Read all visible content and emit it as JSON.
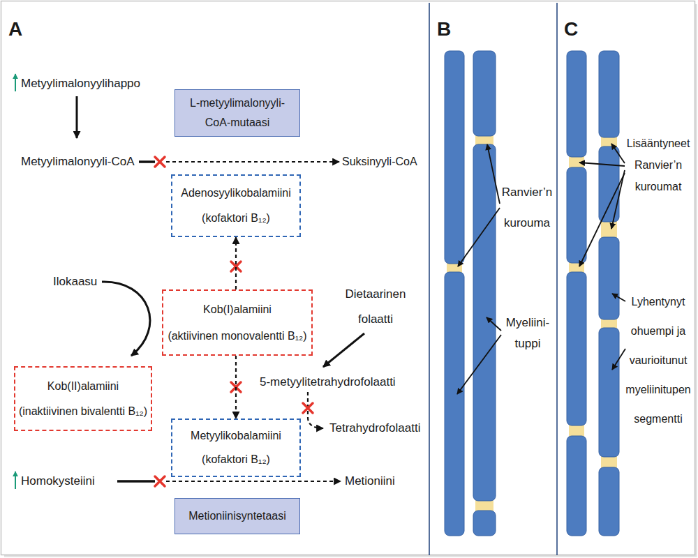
{
  "diagram": {
    "nodes": [
      {
        "text": [
          "L-metyylimalonyyli- CoA-mutaasi"
        ]
      },
      {
        "text": [
          "Adenosyylikobalamiini",
          "(kofaktori B₁₂)"
        ]
      },
      {
        "text": [
          "Kob(I)alamiini",
          "(aktiivinen monovalentti B₁₂)"
        ]
      },
      {
        "text": [
          "Kob(II)alamiini",
          "(inaktiivinen bivalentti B₁₂)"
        ]
      },
      {
        "text": [
          "Metyylikobalamiini",
          "(kofaktori B₁₂)"
        ]
      },
      {
        "text": [
          "Metioniinisyntetaasi"
        ]
      }
    ],
    "edges": [
      {
        "from": 2,
        "to": 1,
        "arrow": "to"
      },
      {
        "from": 2,
        "to": 4,
        "arrow": "to"
      }
    ],
    "labels": [
      "A",
      "Metyylimalonyylihappo",
      "Metyylimalonyyli-CoA",
      "Suksinyyli-CoA",
      "Ilokaasu",
      "Dietaarinen folaatti",
      "5-metyylitetrahydrofolaatti",
      "Tetrahydrofolaatti",
      "Homokysteiini",
      "Metioniini",
      "B",
      "Ranvier’n kurouma",
      "Myeliini- tuppi",
      "C",
      "Lisääntyneet Ranvier’n kuroumat",
      "Lyhentynyt ohuempi ja vaurioitunut myeliinitupen segmentti"
    ]
  }
}
